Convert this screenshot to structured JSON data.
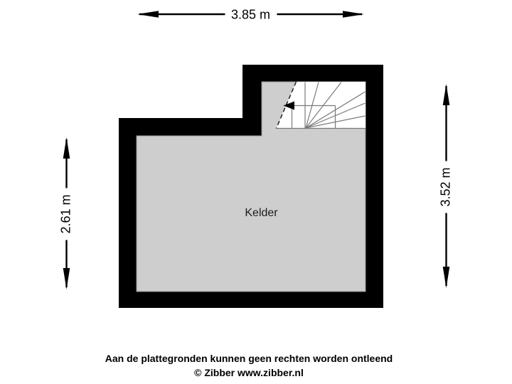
{
  "plan": {
    "room_label": "Kelder"
  },
  "dimensions": {
    "top": "3.85 m",
    "left": "2.61 m",
    "right": "3.52 m"
  },
  "footer": {
    "line1": "Aan de plattegronden kunnen geen rechten worden ontleend",
    "line2": "© Zibber www.zibber.nl"
  },
  "colors": {
    "wall": "#000000",
    "floor": "#cecece",
    "stair_lines": "#7a7a7a",
    "background": "#ffffff"
  }
}
